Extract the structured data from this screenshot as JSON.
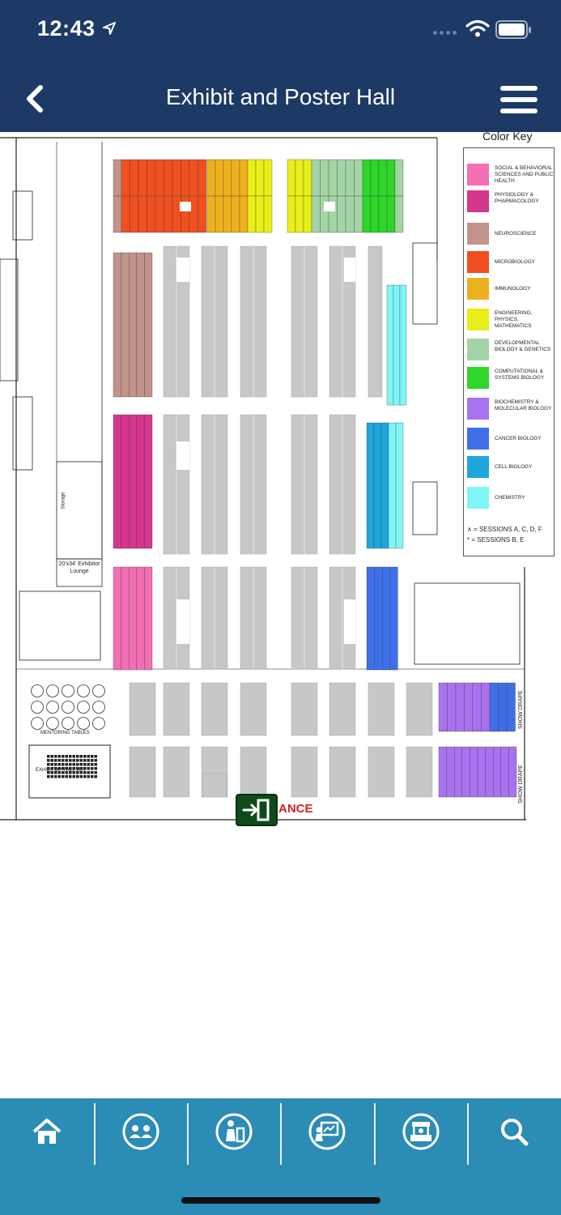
{
  "status_bar": {
    "time": "12:43"
  },
  "header": {
    "title": "Exhibit and Poster Hall",
    "back_icon": "chevron-left-icon",
    "menu_icon": "hamburger-menu-icon"
  },
  "map": {
    "color_key_title": "Color Key",
    "color_key": [
      {
        "label": "Social & Behavioral Sciences and Public Health",
        "color": "#f26fb4"
      },
      {
        "label": "Physiology & Pharmacology",
        "color": "#d6368d"
      },
      {
        "label": "Neuroscience",
        "color": "#c1938a"
      },
      {
        "label": "Microbiology",
        "color": "#f0501f"
      },
      {
        "label": "Immunology",
        "color": "#edb11f"
      },
      {
        "label": "Engineering, Physics, Mathematics",
        "color": "#e8ee18"
      },
      {
        "label": "Developmental Biology & Genetics",
        "color": "#a3d4a5"
      },
      {
        "label": "Computational & Systems Biology",
        "color": "#2fd62a"
      },
      {
        "label": "Biochemistry & Molecular Biology",
        "color": "#a872ef"
      },
      {
        "label": "Cancer Biology",
        "color": "#3f6fe8"
      },
      {
        "label": "Cell Biology",
        "color": "#1ea6da"
      },
      {
        "label": "Chemistry",
        "color": "#7ff6f6"
      }
    ],
    "sessions_notes": [
      "∧ = SESSIONS A, C, D, F",
      "* = SESSIONS B, E"
    ],
    "exhibitor_lounge": "20'x34' Exhibitor Lounge",
    "mentoring_tables": "MENTORING TABLES",
    "exhibitor_theater": "EXHIBITOR THEATER",
    "storage": "Storage",
    "show_drape": "SHOW DRAPE",
    "entrance": "ANCE",
    "entrance_icon": "exit-door-icon"
  },
  "tabbar": {
    "items": [
      {
        "name": "home",
        "icon": "home-icon"
      },
      {
        "name": "attendees",
        "icon": "people-icon"
      },
      {
        "name": "speakers",
        "icon": "presenter-icon"
      },
      {
        "name": "presentations",
        "icon": "presentation-icon"
      },
      {
        "name": "exhibitors",
        "icon": "booth-icon"
      },
      {
        "name": "search",
        "icon": "search-icon"
      }
    ]
  }
}
